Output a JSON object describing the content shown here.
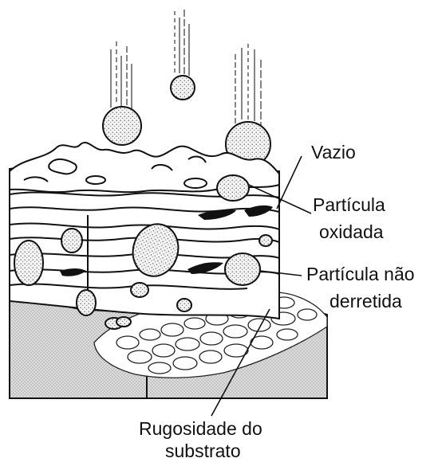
{
  "labels": {
    "vazio": "Vazio",
    "particula_oxidada_1": "Partícula",
    "particula_oxidada_2": "oxidada",
    "particula_nao_derretida_1": "Partícula não",
    "particula_nao_derretida_2": "derretida",
    "rugosidade_1": "Rugosidade do",
    "rugosidade_2": "substrato"
  },
  "colors": {
    "ink": "#111111",
    "substrate_fill": "#d6d6d6",
    "particle_fill": "#e8e8e8",
    "void_fill": "#111111"
  }
}
